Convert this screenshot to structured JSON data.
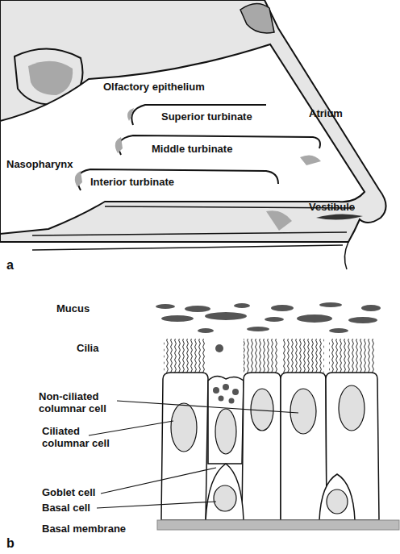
{
  "diagram": {
    "labels": [
      "Olfactory epithelium",
      "Superior turbinate",
      "Atrium",
      "Nasopharynx",
      "Middle turbinate",
      "Interior turbinate",
      "Vestibule",
      "a",
      "Mucus",
      "Cilia",
      "Non-ciliated columnar cell",
      "Ciliated columnar cell",
      "Goblet cell",
      "Basal cell",
      "Basal membrane",
      "b"
    ]
  }
}
